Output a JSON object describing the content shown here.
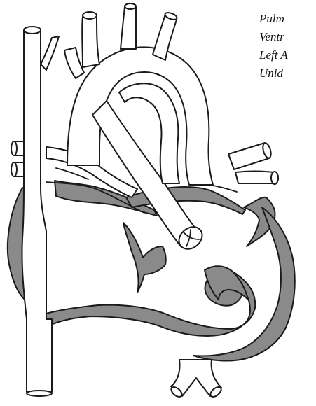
{
  "legend": {
    "items": [
      "Pulm",
      "Ventr",
      "Left A",
      "Unid"
    ]
  },
  "colors": {
    "wall_fill": "#8a8a8a",
    "line": "#1a1a1a",
    "background": "#ffffff"
  }
}
